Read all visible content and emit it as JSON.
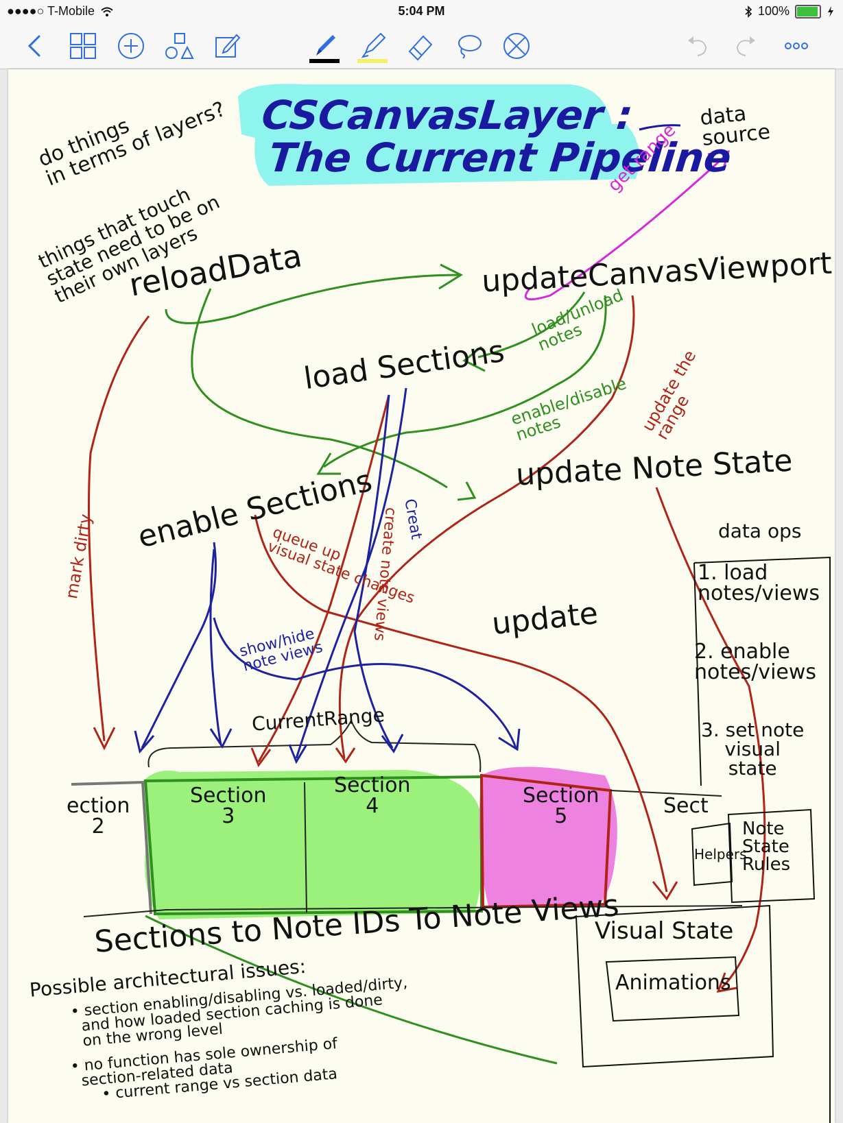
{
  "status_bar": {
    "carrier": "●●●●○ T-Mobile",
    "time": "5:04 PM",
    "battery_text": "100%",
    "battery_level": 1.0
  },
  "toolbar": {
    "left_tools": [
      "back-chevron-icon",
      "grid-icon",
      "add-page-icon",
      "shapes-icon",
      "edit-icon"
    ],
    "center_tools": [
      "pen-icon",
      "highlighter-icon",
      "eraser-icon",
      "lasso-icon",
      "no-hand-icon"
    ],
    "right_tools": [
      "undo-icon",
      "redo-icon",
      "more-icon"
    ],
    "pen_color": "#000000",
    "highlighter_color": "#f3f06a",
    "tool_blue": "#2f6fe0"
  },
  "notes": {
    "title_line1": "CSCanvasLayer :",
    "title_line2": "The Current Pipeline",
    "title_highlight_color": "#8ff3ee",
    "data_source": "data\nsource",
    "get_range": "get range",
    "do_things": "do things\nin terms of layers?",
    "things_touch": "things that touch\nstate need to be on\ntheir own layers",
    "reload_data": "reloadData",
    "update_canvas_viewport": "updateCanvasViewport",
    "load_sections": "load Sections",
    "load_unload_notes": "load/unload\nnotes",
    "enable_disable_notes": "enable/disable\nnotes",
    "update_the_range": "update the\nrange",
    "update_note_state": "update Note State",
    "enable_sections": "enable Sections",
    "mark_dirty": "mark dirty",
    "create_note_views": "create note views",
    "create_label": "Creat",
    "queue_up": "queue up\nvisual state changes",
    "show_hide": "show/hide\nnote views",
    "update": "update",
    "current_range": "CurrentRange",
    "section2": "ection\n2",
    "section3": "Section\n3",
    "section4": "Section\n4",
    "section5": "Section\n5",
    "sect": "Sect",
    "helpers": "Helpers",
    "note_state_rules": "Note\nState\nRules",
    "data_ops_title": "data ops",
    "data_ops_1": "1. load\nnotes/views",
    "data_ops_2": "2. enable\nnotes/views",
    "data_ops_3": "3. set note\nvisual\nstate",
    "sections_to": "Sections to Note IDs To Note Views",
    "visual_state": "Visual State",
    "animations": "Animations",
    "issues_title": "Possible architectural issues:",
    "issue_1": "• section enabling/disabling vs. loaded/dirty,\n  and how loaded section caching is done\n  on the wrong level",
    "issue_2": "• no function has sole ownership of\n  section-related data\n      • current range vs section data"
  }
}
